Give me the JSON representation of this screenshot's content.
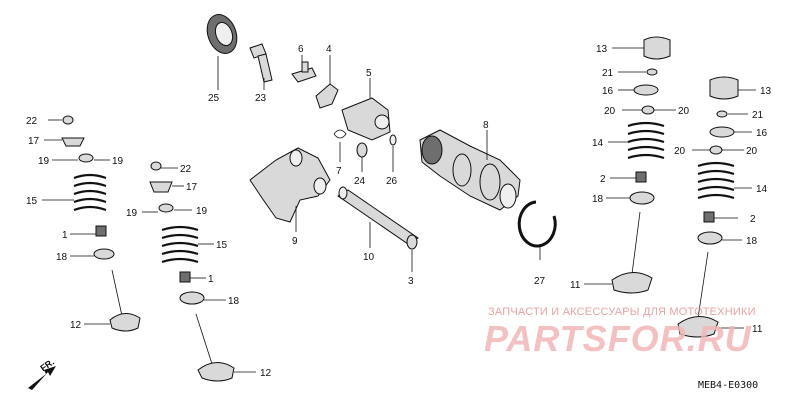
{
  "diagram": {
    "drawing_code": "MEB4-E0300",
    "front_marker": "FR.",
    "watermark": {
      "tagline": "ЗАПЧАСТИ И АКСЕССУАРЫ ДЛЯ МОТОТЕХНИКИ",
      "logo": "PARTSFOR.RU"
    },
    "callouts": [
      {
        "id": "c1a",
        "text": "1"
      },
      {
        "id": "c1b",
        "text": "1"
      },
      {
        "id": "c2a",
        "text": "2"
      },
      {
        "id": "c2b",
        "text": "2"
      },
      {
        "id": "c3",
        "text": "3"
      },
      {
        "id": "c4",
        "text": "4"
      },
      {
        "id": "c5",
        "text": "5"
      },
      {
        "id": "c6",
        "text": "6"
      },
      {
        "id": "c7",
        "text": "7"
      },
      {
        "id": "c8",
        "text": "8"
      },
      {
        "id": "c9",
        "text": "9"
      },
      {
        "id": "c10",
        "text": "10"
      },
      {
        "id": "c11a",
        "text": "11"
      },
      {
        "id": "c11b",
        "text": "11"
      },
      {
        "id": "c12a",
        "text": "12"
      },
      {
        "id": "c12b",
        "text": "12"
      },
      {
        "id": "c13a",
        "text": "13"
      },
      {
        "id": "c13b",
        "text": "13"
      },
      {
        "id": "c14a",
        "text": "14"
      },
      {
        "id": "c14b",
        "text": "14"
      },
      {
        "id": "c15a",
        "text": "15"
      },
      {
        "id": "c15b",
        "text": "15"
      },
      {
        "id": "c16a",
        "text": "16"
      },
      {
        "id": "c16b",
        "text": "16"
      },
      {
        "id": "c17a",
        "text": "17"
      },
      {
        "id": "c17b",
        "text": "17"
      },
      {
        "id": "c18a",
        "text": "18"
      },
      {
        "id": "c18b",
        "text": "18"
      },
      {
        "id": "c18c",
        "text": "18"
      },
      {
        "id": "c18d",
        "text": "18"
      },
      {
        "id": "c19a",
        "text": "19"
      },
      {
        "id": "c19b",
        "text": "19"
      },
      {
        "id": "c19c",
        "text": "19"
      },
      {
        "id": "c19d",
        "text": "19"
      },
      {
        "id": "c20a",
        "text": "20"
      },
      {
        "id": "c20b",
        "text": "20"
      },
      {
        "id": "c20c",
        "text": "20"
      },
      {
        "id": "c20d",
        "text": "20"
      },
      {
        "id": "c21a",
        "text": "21"
      },
      {
        "id": "c21b",
        "text": "21"
      },
      {
        "id": "c22a",
        "text": "22"
      },
      {
        "id": "c22b",
        "text": "22"
      },
      {
        "id": "c23",
        "text": "23"
      },
      {
        "id": "c24",
        "text": "24"
      },
      {
        "id": "c25",
        "text": "25"
      },
      {
        "id": "c26",
        "text": "26"
      },
      {
        "id": "c27",
        "text": "27"
      }
    ]
  }
}
